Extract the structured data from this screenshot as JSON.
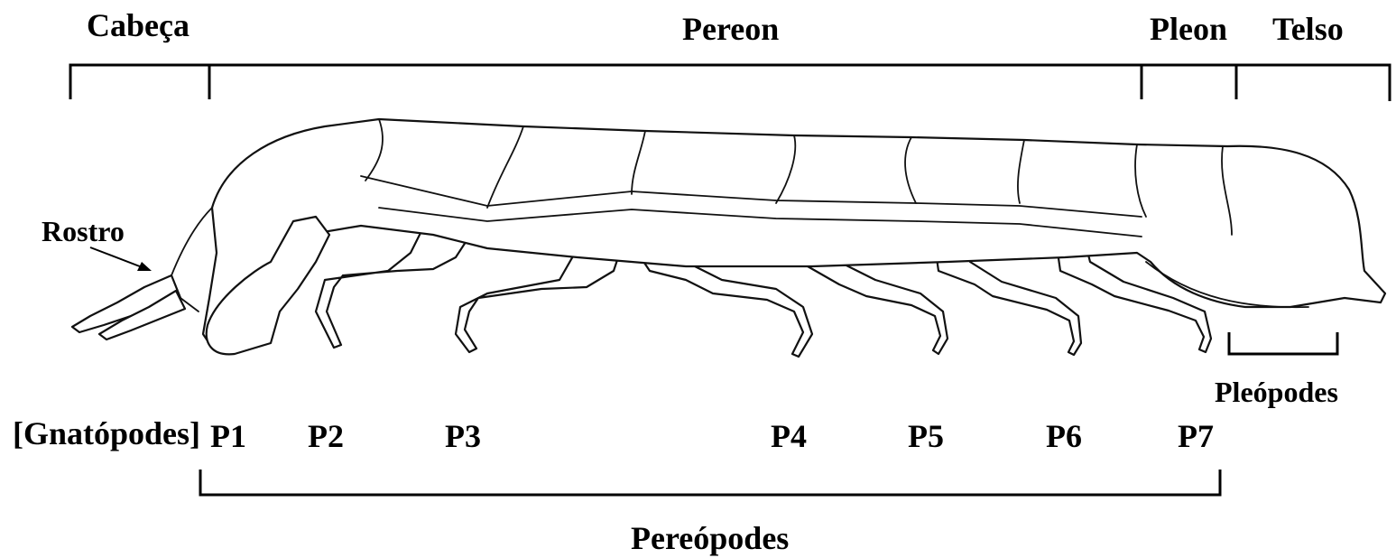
{
  "regions": {
    "head": "Cabeça",
    "pereon": "Pereon",
    "pleon": "Pleon",
    "telson": "Telso"
  },
  "rostrum": "Rostro",
  "gnathopods": "[Gnatópodes]",
  "legs": [
    "P1",
    "P2",
    "P3",
    "P4",
    "P5",
    "P6",
    "P7"
  ],
  "pleopods": "Pleópodes",
  "pereopods": "Pereópodes"
}
